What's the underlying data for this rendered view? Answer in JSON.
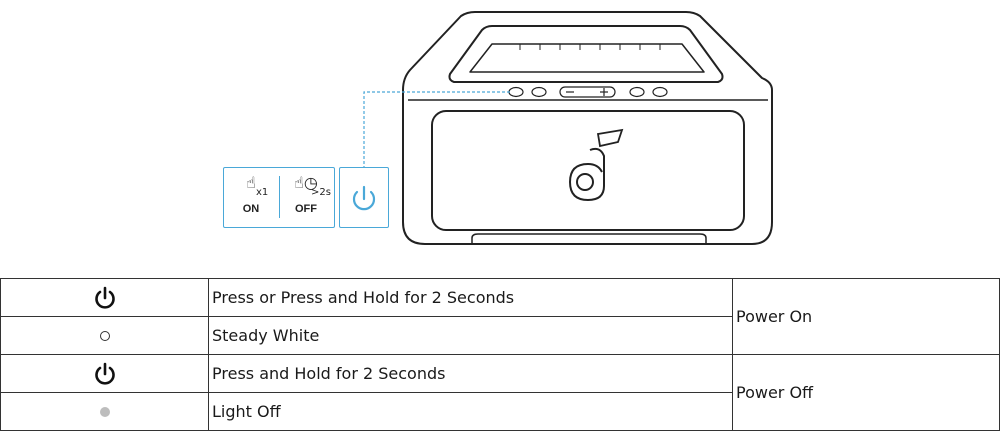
{
  "illustration": {
    "gesture_on": {
      "hand_icon": "press-hand-icon",
      "subscript": "x1",
      "label": "ON"
    },
    "gesture_off": {
      "hand_icon": "press-hand-timer-icon",
      "subscript": ">2s",
      "label": "OFF"
    },
    "power_button_icon": "power-icon",
    "accent_color": "#4aa8d8"
  },
  "table": {
    "rows": [
      {
        "icon": "power-icon",
        "action": "Press or Press and Hold for 2 Seconds"
      },
      {
        "icon": "led-steady-white-icon",
        "action": "Steady White"
      },
      {
        "icon": "power-icon",
        "action": "Press and Hold for 2 Seconds"
      },
      {
        "icon": "led-off-icon",
        "action": "Light Off"
      }
    ],
    "results": [
      {
        "label": "Power On"
      },
      {
        "label": "Power Off"
      }
    ]
  }
}
